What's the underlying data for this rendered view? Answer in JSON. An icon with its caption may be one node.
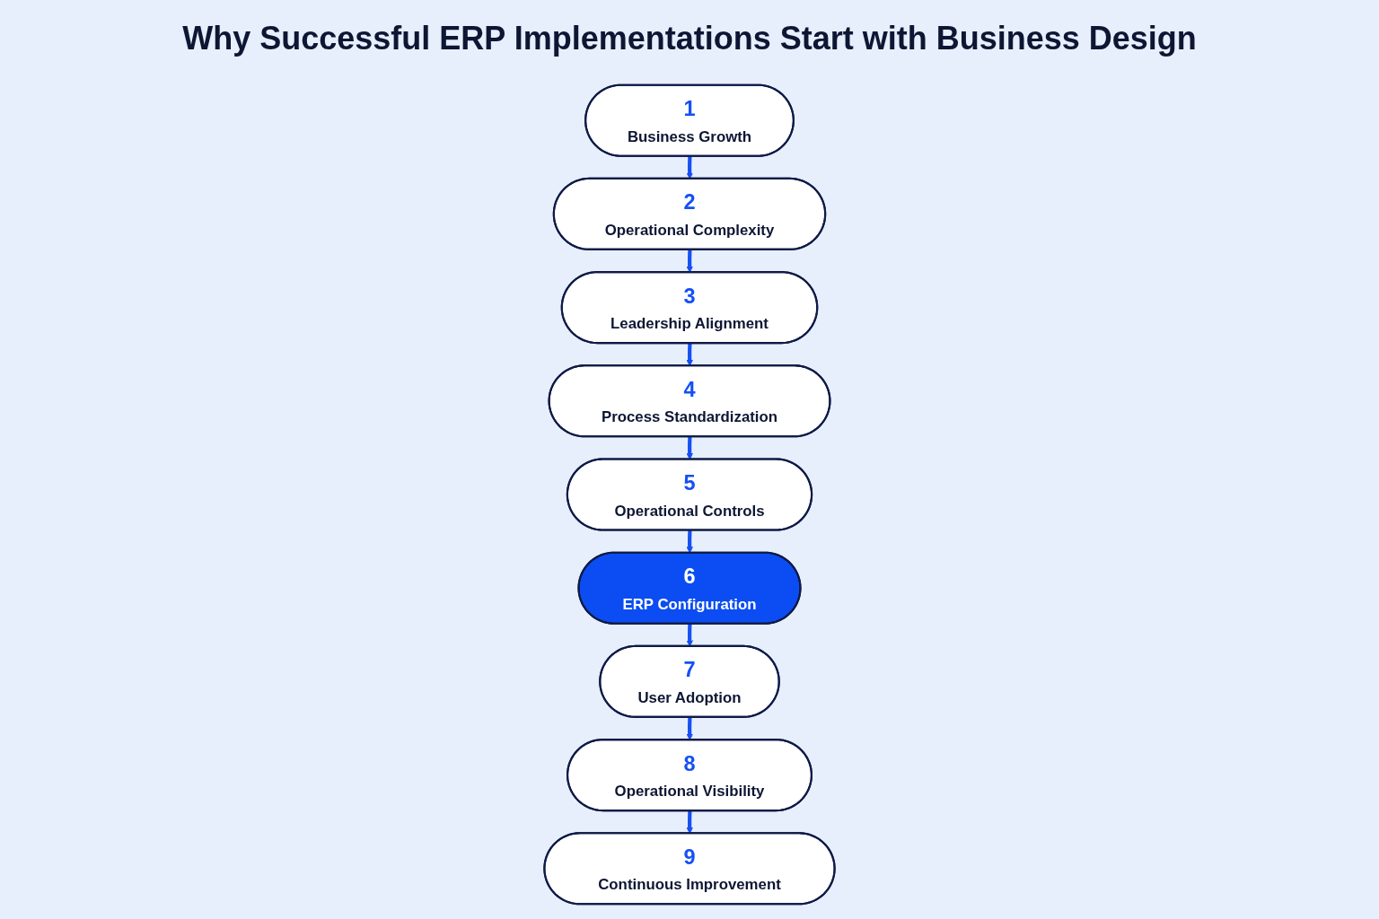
{
  "diagram": {
    "title": "Why Successful ERP Implementations Start with Business Design",
    "nodes": [
      {
        "text": [
          "1",
          "Business Growth"
        ]
      },
      {
        "text": [
          "2",
          "Operational Complexity"
        ]
      },
      {
        "text": [
          "3",
          "Leadership Alignment"
        ]
      },
      {
        "text": [
          "4",
          "Process Standardization"
        ]
      },
      {
        "text": [
          "5",
          "Operational Controls"
        ]
      },
      {
        "text": [
          "6",
          "ERP Configuration"
        ]
      },
      {
        "text": [
          "7",
          "User Adoption"
        ]
      },
      {
        "text": [
          "8",
          "Operational Visibility"
        ]
      },
      {
        "text": [
          "9",
          "Continuous Improvement"
        ]
      }
    ],
    "edges": [
      {
        "from": 0,
        "to": 1,
        "arrow": "to"
      },
      {
        "from": 1,
        "to": 2,
        "arrow": "to"
      },
      {
        "from": 2,
        "to": 3,
        "arrow": "to"
      },
      {
        "from": 3,
        "to": 4,
        "arrow": "to"
      },
      {
        "from": 4,
        "to": 5,
        "arrow": "to"
      },
      {
        "from": 5,
        "to": 6,
        "arrow": "to"
      },
      {
        "from": 6,
        "to": 7,
        "arrow": "to"
      },
      {
        "from": 7,
        "to": 8,
        "arrow": "to"
      }
    ]
  }
}
